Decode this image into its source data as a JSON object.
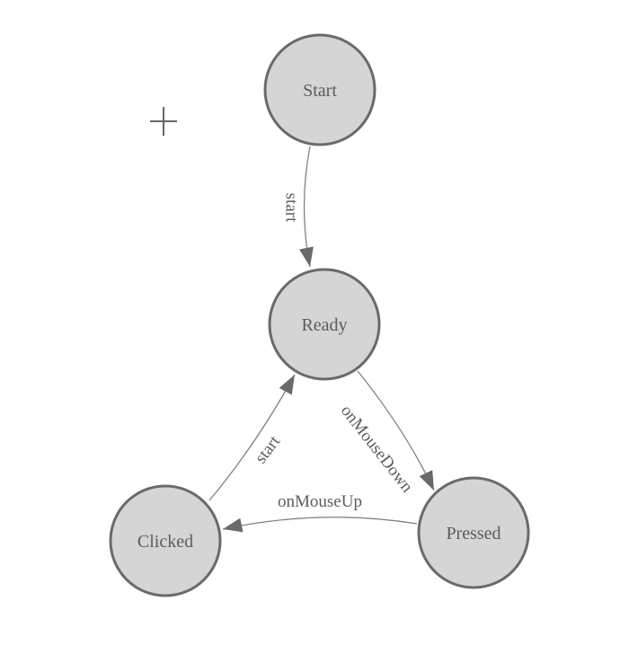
{
  "diagram": {
    "type": "state-machine",
    "nodes": [
      {
        "id": "start",
        "label": "Start"
      },
      {
        "id": "ready",
        "label": "Ready"
      },
      {
        "id": "clicked",
        "label": "Clicked"
      },
      {
        "id": "pressed",
        "label": "Pressed"
      }
    ],
    "edges": [
      {
        "from": "start",
        "to": "ready",
        "label": "start"
      },
      {
        "from": "ready",
        "to": "pressed",
        "label": "onMouseDown"
      },
      {
        "from": "pressed",
        "to": "clicked",
        "label": "onMouseUp"
      },
      {
        "from": "clicked",
        "to": "ready",
        "label": "start"
      }
    ],
    "colors": {
      "node_fill": "#d5d5d5",
      "node_border": "#6a6a6a",
      "edge_stroke": "#828282",
      "arrow_fill": "#696969",
      "label_text": "#5c5c5c",
      "background": "#ffffff"
    }
  },
  "cursor": {
    "icon": "crosshair"
  }
}
